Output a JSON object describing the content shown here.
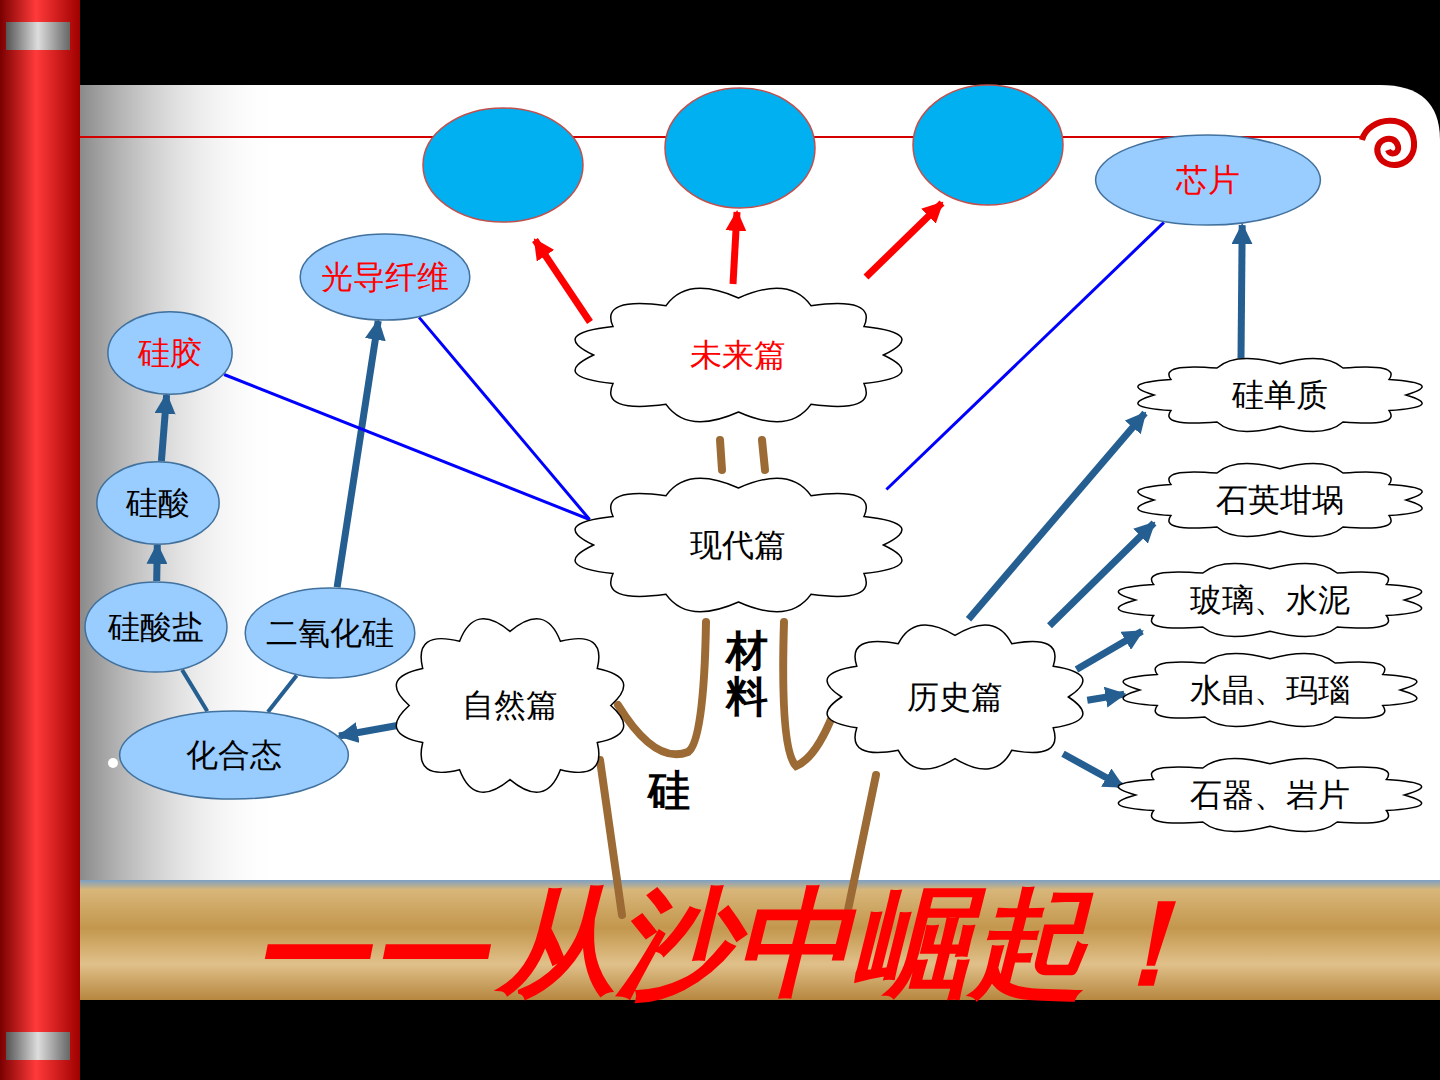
{
  "diagram": {
    "title": "——从沙中崛起！",
    "nodes": [
      {
        "text": [
          "芯片"
        ]
      },
      {
        "text": [
          "光导纤维"
        ]
      },
      {
        "text": [
          "硅胶"
        ]
      },
      {
        "text": [
          "未来篇"
        ]
      },
      {
        "text": [
          "硅单质"
        ]
      },
      {
        "text": [
          "硅酸"
        ]
      },
      {
        "text": [
          "现代篇"
        ]
      },
      {
        "text": [
          "石英坩埚"
        ]
      },
      {
        "text": [
          "硅酸盐"
        ]
      },
      {
        "text": [
          "二氧化硅"
        ]
      },
      {
        "text": [
          "玻璃、水泥"
        ]
      },
      {
        "text": [
          "自然篇"
        ]
      },
      {
        "text": [
          "历史篇"
        ]
      },
      {
        "text": [
          "水晶、玛瑙"
        ]
      },
      {
        "text": [
          "化合态"
        ]
      },
      {
        "text": [
          "石器、岩片"
        ]
      }
    ],
    "edges": [
      {
        "from": 11,
        "to": 14,
        "arrow": "to"
      },
      {
        "from": 14,
        "to": 8,
        "arrow": "none"
      },
      {
        "from": 14,
        "to": 9,
        "arrow": "none"
      },
      {
        "from": 8,
        "to": 5,
        "arrow": "to"
      },
      {
        "from": 5,
        "to": 2,
        "arrow": "to"
      },
      {
        "from": 9,
        "to": 1,
        "arrow": "to"
      },
      {
        "from": 6,
        "to": 2,
        "arrow": "none"
      },
      {
        "from": 6,
        "to": 1,
        "arrow": "none"
      },
      {
        "from": 6,
        "to": 0,
        "arrow": "none"
      },
      {
        "from": 4,
        "to": 0,
        "arrow": "to"
      },
      {
        "from": 12,
        "to": 4,
        "arrow": "to"
      },
      {
        "from": 12,
        "to": 7,
        "arrow": "to"
      },
      {
        "from": 12,
        "to": 10,
        "arrow": "to"
      },
      {
        "from": 12,
        "to": 13,
        "arrow": "to"
      },
      {
        "from": 12,
        "to": 15,
        "arrow": "to"
      }
    ],
    "labels": [
      "硅",
      "材料"
    ]
  }
}
